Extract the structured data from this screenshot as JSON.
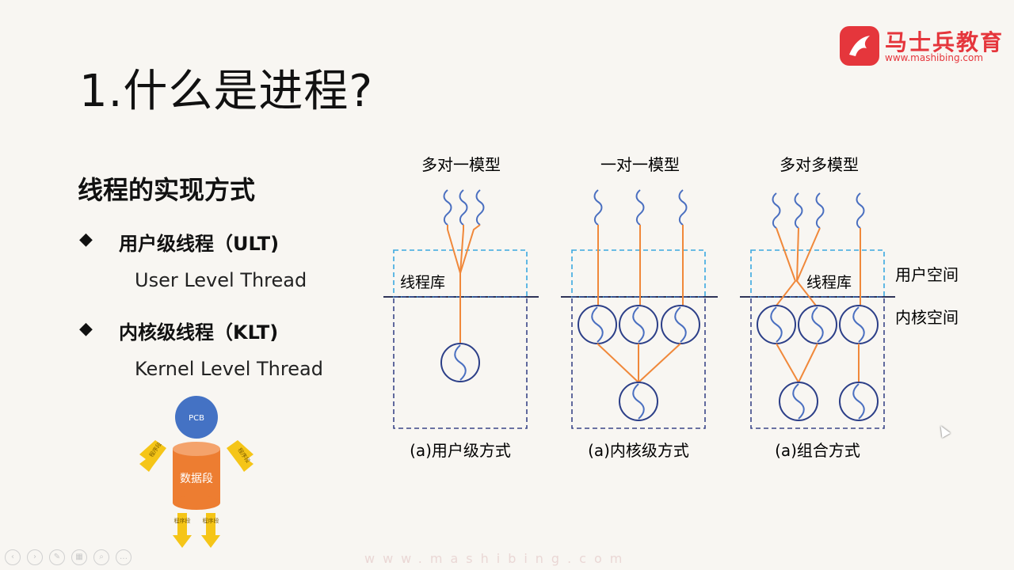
{
  "slide": {
    "title": "1.什么是进程?",
    "logo_name": "马士兵教育",
    "logo_url": "www.mashibing.com",
    "section_title": "线程的实现方式",
    "bullets": [
      {
        "label": "用户级线程（ULT)",
        "sub": "User Level Thread"
      },
      {
        "label": "内核级线程（KLT)",
        "sub": "Kernel Level Thread"
      }
    ],
    "footer_url": "www.mashibing.com"
  },
  "pcb_figure": {
    "pcb": "PCB",
    "data_seg": "数据段",
    "arrows": [
      "程序段",
      "程序段",
      "程序段",
      "程序段"
    ]
  },
  "diagram": {
    "models": [
      {
        "title": "多对一模型",
        "library": "线程库",
        "caption": "(a)用户级方式"
      },
      {
        "title": "一对一模型",
        "caption": "(a)内核级方式"
      },
      {
        "title": "多对多模型",
        "library": "线程库",
        "caption": "(a)组合方式"
      }
    ],
    "user_space": "用户空间",
    "kernel_space": "内核空间"
  },
  "colors": {
    "orange_line": "#f0883a",
    "thread_blue": "#4a6fc0",
    "circle_stroke": "#2c3f88",
    "dash_cyan": "#3aa8e0",
    "dash_navy": "#3a4688",
    "divider": "#2e3458",
    "pcb_blue": "#4472c4",
    "cylinder": "#ed7d31",
    "arrow_yellow": "#f5c518"
  }
}
